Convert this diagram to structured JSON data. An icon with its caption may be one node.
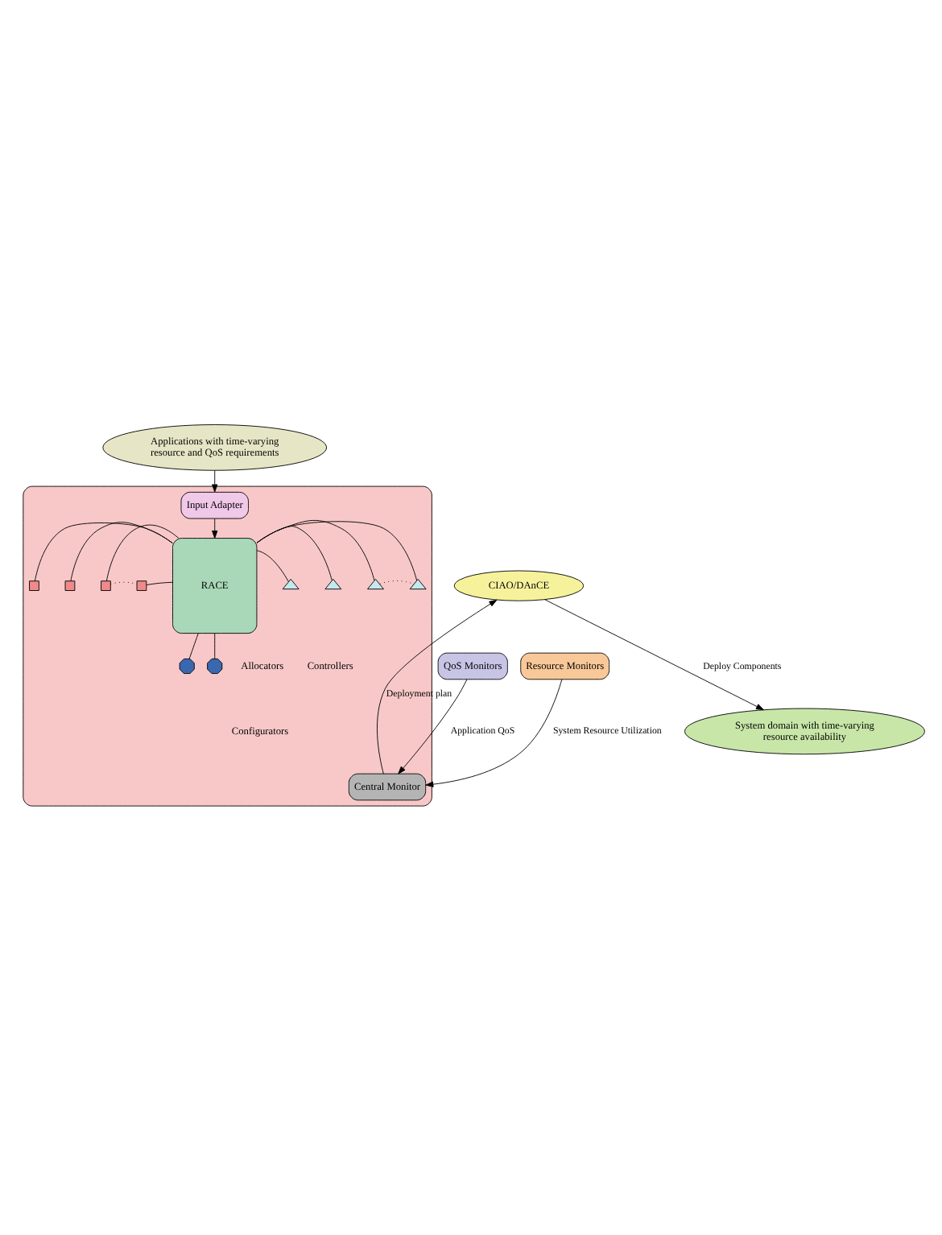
{
  "diagram": {
    "nodes": [
      {
        "text": [
          "Applications with time-varying resource and QoS requirements"
        ]
      },
      {
        "text": [],
        "shape": "box"
      },
      {
        "text": [
          "Input Adapter"
        ],
        "in": 1
      },
      {
        "text": [
          "RACE"
        ],
        "in": 1
      },
      {
        "text": [],
        "shape": "box",
        "in": 1
      },
      {
        "text": [],
        "shape": "box",
        "in": 1
      },
      {
        "text": [],
        "shape": "box",
        "in": 1
      },
      {
        "text": [],
        "shape": "box",
        "in": 1
      },
      {
        "text": [],
        "shape": "triangle",
        "in": 1
      },
      {
        "text": [],
        "shape": "triangle",
        "in": 1
      },
      {
        "text": [],
        "shape": "triangle",
        "in": 1
      },
      {
        "text": [],
        "shape": "triangle",
        "in": 1
      },
      {
        "text": [],
        "shape": "octagon",
        "in": 1
      },
      {
        "text": [],
        "shape": "octagon",
        "in": 1
      },
      {
        "text": [
          "Central Monitor"
        ],
        "in": 1
      },
      {
        "text": [
          "CIAO/DAnCE"
        ]
      },
      {
        "text": [
          "QoS Monitors"
        ]
      },
      {
        "text": [
          "Resource Monitors"
        ]
      },
      {
        "text": [
          "System domain with time-varying resource availability"
        ]
      }
    ],
    "edges": [
      {
        "from": 0,
        "to": 2,
        "arrow": "to"
      },
      {
        "from": 2,
        "to": 3,
        "arrow": "to"
      },
      {
        "from": 4,
        "to": 3,
        "arrow": "none"
      },
      {
        "from": 5,
        "to": 3,
        "arrow": "none"
      },
      {
        "from": 6,
        "to": 3,
        "arrow": "none"
      },
      {
        "from": 7,
        "to": 3,
        "arrow": "none"
      },
      {
        "from": 6,
        "to": 7,
        "arrow": "none",
        "style": "dashed"
      },
      {
        "from": 3,
        "to": 8,
        "arrow": "none"
      },
      {
        "from": 3,
        "to": 9,
        "arrow": "none"
      },
      {
        "from": 3,
        "to": 10,
        "arrow": "none"
      },
      {
        "from": 3,
        "to": 11,
        "arrow": "none"
      },
      {
        "from": 10,
        "to": 11,
        "arrow": "none",
        "style": "dashed"
      },
      {
        "from": 3,
        "to": 12,
        "arrow": "none"
      },
      {
        "from": 3,
        "to": 13,
        "arrow": "none"
      },
      {
        "from": 16,
        "to": 14,
        "arrow": "to",
        "label": "Application QoS"
      },
      {
        "from": 17,
        "to": 14,
        "arrow": "to",
        "label": "System Resource Utilization"
      },
      {
        "from": 14,
        "to": 15,
        "arrow": "to",
        "label": "Deployment plan"
      },
      {
        "from": 15,
        "to": 18,
        "arrow": "to",
        "label": "Deploy Components"
      }
    ],
    "labels": [
      "Allocators",
      "Controllers",
      "Configurators"
    ]
  }
}
